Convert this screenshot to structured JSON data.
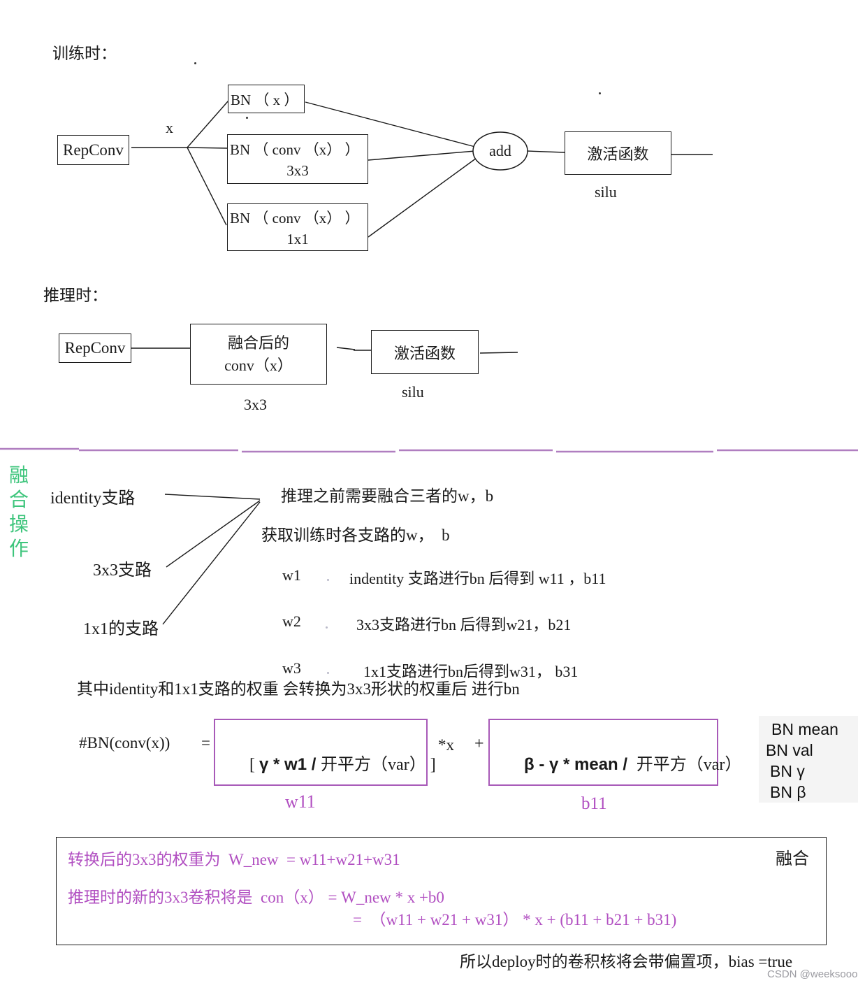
{
  "colors": {
    "purple_text": "#b14fc1",
    "purple_border": "#a85ab8",
    "divider_purple": "#b07ec0",
    "green_text": "#3ec57c",
    "line_black": "#1a1a1a",
    "watermark_gray": "#9b9ba1",
    "bn_block_bg": "#f4f4f4"
  },
  "training": {
    "section_label": "训练时：",
    "input_label": "x",
    "repconv_label": "RepConv",
    "branch_identity": "BN （ x ）",
    "branch_3x3_line1": "BN （ conv （x） ）",
    "branch_3x3_line2": "3x3",
    "branch_1x1_line1": "BN （ conv （x） ）",
    "branch_1x1_line2": "1x1",
    "add_label": "add",
    "activation_label": "激活函数",
    "activation_name": "silu"
  },
  "inference": {
    "section_label": "推理时：",
    "repconv_label": "RepConv",
    "fused_conv_line1": "融合后的",
    "fused_conv_line2": "conv（x）",
    "kernel_label": "3x3",
    "activation_label": "激活函数",
    "activation_name": "silu"
  },
  "fusion": {
    "side_chars": [
      "融",
      "合",
      "操",
      "作"
    ],
    "branch_identity": "identity支路",
    "branch_3x3": "3x3支路",
    "branch_1x1": "1x1的支路",
    "note_line1": "推理之前需要融合三者的w，b",
    "note_line2": "获取训练时各支路的w，  b",
    "w1_label": "w1",
    "w1_desc": "indentity 支路进行bn 后得到 w11 ，b11",
    "w2_label": "w2",
    "w2_desc": "3x3支路进行bn 后得到w21，b21",
    "w3_label": "w3",
    "w3_desc": "1x1支路进行bn后得到w31， b31",
    "weights_note": "其中identity和1x1支路的权重 会转换为3x3形状的权重后 进行bn"
  },
  "formula": {
    "lhs": "#BN(conv(x))",
    "equals": "=",
    "w_box_open": "[ ",
    "w_box_sans": "γ * w1 / ",
    "w_box_cjk": "开平方（var）",
    "w_box_close": " ]",
    "between": "*x",
    "plus": "+",
    "b_box_sans": "β - γ * mean / ",
    "b_box_cjk": " 开平方（var）",
    "w_label": "w11",
    "b_label": "b11",
    "bn_params": [
      "BN mean",
      "BN val",
      "BN γ",
      "BN β"
    ]
  },
  "result_box": {
    "line1": "转换后的3x3的权重为  W_new  = w11+w21+w31",
    "corner_label": "融合",
    "line2": "推理时的新的3x3卷积将是  con（x） = W_new * x +b0",
    "line3": "=  （w11 + w21 + w31） * x + (b11 + b21 + b31)"
  },
  "footer": {
    "note": "所以deploy时的卷积核将会带偏置项，bias =true",
    "watermark": "CSDN @weeksooo"
  }
}
